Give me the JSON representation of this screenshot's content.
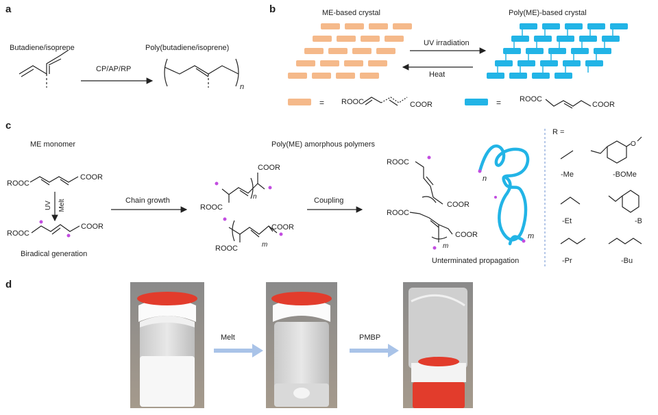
{
  "panels": {
    "a": "a",
    "b": "b",
    "c": "c",
    "d": "d"
  },
  "a": {
    "monomer": "Butadiene/isoprene",
    "polymer": "Poly(butadiene/isoprene)",
    "arrow": "CP/AP/RP",
    "n": "n"
  },
  "b": {
    "left_title": "ME-based crystal",
    "right_title": "Poly(ME)-based crystal",
    "forward": "UV irradiation",
    "backward": "Heat",
    "eq": "=",
    "left_formula_l": "ROOC",
    "left_formula_r": "COOR",
    "right_formula_l": "ROOC",
    "right_formula_r": "COOR",
    "colors": {
      "monomer": "#f5b98a",
      "polymer": "#22b4e6"
    }
  },
  "c": {
    "monomer_title": "ME monomer",
    "polymer_title": "Poly(ME) amorphous polymers",
    "uv": "UV",
    "melt": "Melt",
    "biradical": "Biradical generation",
    "chain_growth": "Chain growth",
    "coupling": "Coupling",
    "unterminated": "Unterminated propagation",
    "rooc": "ROOC",
    "coor": "COOR",
    "n": "n",
    "m": "m",
    "r_eq": "R =",
    "r_groups": [
      "-Me",
      "-BOMe",
      "-Et",
      "-B",
      "-Pr",
      "-Bu"
    ],
    "colors": {
      "radical": "#c24de0",
      "chain": "#22b4e6",
      "divider": "#6a8fd0"
    }
  },
  "d": {
    "melt": "Melt",
    "pmbp": "PMBP",
    "colors": {
      "cap": "#e23c2c",
      "arrow": "#a9c3e8"
    }
  }
}
